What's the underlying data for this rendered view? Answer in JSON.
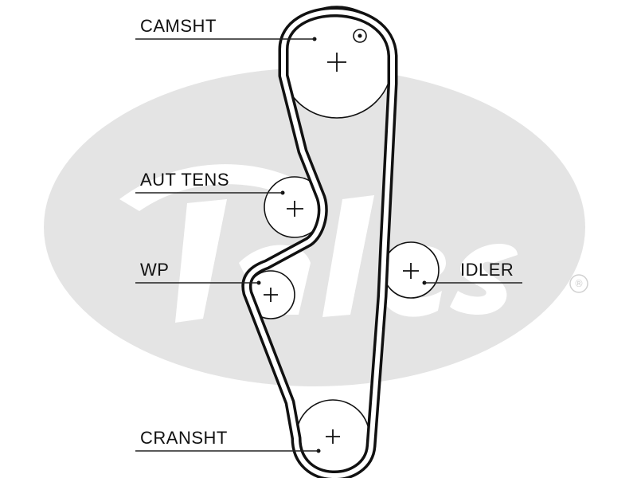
{
  "labels": {
    "camshaft": "CAMSHT",
    "auto_tensioner": "AUT TENS",
    "water_pump": "WP",
    "idler": "IDLER",
    "crankshaft": "CRANSHT"
  },
  "watermark": {
    "brand": "Gates",
    "registered_mark": "®"
  },
  "colors": {
    "belt": "#111111",
    "watermark": "#e4e4e4"
  }
}
